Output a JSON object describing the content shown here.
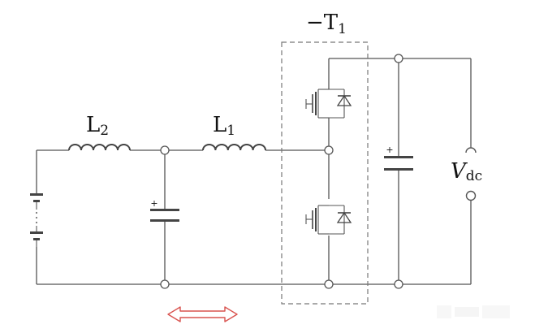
{
  "labels": {
    "l2": "L",
    "l2_sub": "2",
    "l1": "L",
    "l1_sub": "1",
    "t1": "−T",
    "t1_sub": "1",
    "vdc": "V",
    "vdc_sub": "dc"
  },
  "polarity": "+",
  "colors": {
    "wire": "#555555",
    "arrow": "#d9534f",
    "dashed_box": "#777777"
  },
  "components": [
    "battery",
    "inductor-L2",
    "capacitor",
    "inductor-L1",
    "switch-module-T1",
    "igbt-upper",
    "igbt-lower",
    "dc-link-capacitor",
    "dc-terminals-Vdc",
    "bidirectional-arrow"
  ]
}
